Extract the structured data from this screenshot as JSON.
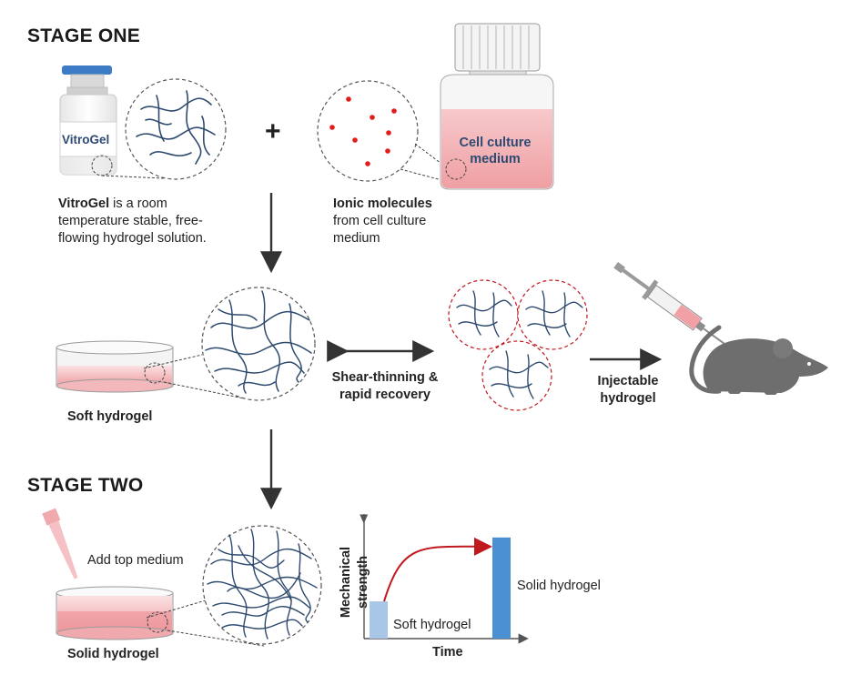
{
  "stage_one": {
    "title": "STAGE ONE",
    "vial_label": "VitroGel",
    "plus_sign": "+",
    "vitrogel_caption_bold": "VitroGel",
    "vitrogel_caption_rest": " is a room temperature stable, free-flowing hydrogel solution.",
    "bottle_label": "Cell culture medium",
    "ionic_caption_bold": "Ionic molecules",
    "ionic_caption_rest": "from cell culture medium"
  },
  "middle": {
    "soft_hydrogel_label": "Soft hydrogel",
    "shear_label": "Shear-thinning & rapid recovery",
    "injectable_label": "Injectable hydrogel"
  },
  "stage_two": {
    "title": "STAGE TWO",
    "add_medium_label": "Add top medium",
    "solid_hydrogel_label": "Solid hydrogel"
  },
  "chart_data": {
    "type": "bar",
    "ylabel": "Mechanical strength",
    "xlabel": "Time",
    "categories": [
      "Soft hydrogel",
      "Solid hydrogel"
    ],
    "values": [
      0.35,
      0.95
    ],
    "ylim": [
      0,
      1
    ],
    "curve": "rising curve from soft to solid",
    "colors": {
      "soft": "#a9c6e6",
      "solid": "#4a90d3",
      "curve": "#c0181f"
    }
  },
  "colors": {
    "fiber": "#2e4a6e",
    "dashed_circle": "#555555",
    "ion_dot": "#e21b1b",
    "gel_pink": "#f2a7aa",
    "arrow": "#333333",
    "mouse": "#6e6e6e"
  }
}
